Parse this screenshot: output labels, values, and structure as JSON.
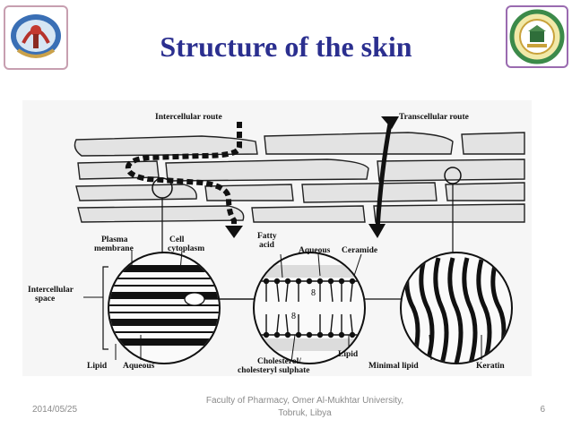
{
  "slide": {
    "title": "Structure of the skin",
    "figure_labels": {
      "intercellular_route": "Intercellular route",
      "transcellular_route": "Transcellular route",
      "plasma_membrane": "Plasma",
      "plasma_membrane_2": "membrane",
      "cell_cytoplasm": "Cell",
      "cell_cytoplasm_2": "cytoplasm",
      "fatty_acid": "Fatty",
      "fatty_acid_2": "acid",
      "aqueous_top": "Aqueous",
      "ceramide": "Ceramide",
      "intercellular_space": "Intercellular",
      "intercellular_space_2": "space",
      "lipid_left": "Lipid",
      "aqueous_bottom": "Aqueous",
      "lipid_mid": "Lipid",
      "cholesterol": "Cholesterol/",
      "cholesterol_2": "cholesteryl sulphate",
      "minimal_lipid": "Minimal lipid",
      "keratin": "Keratin"
    },
    "footer": {
      "date": "2014/05/25",
      "line1": "Faculty of Pharmacy, Omer Al-Mukhtar University,",
      "line2": "Tobruk, Libya",
      "page": "6"
    }
  }
}
